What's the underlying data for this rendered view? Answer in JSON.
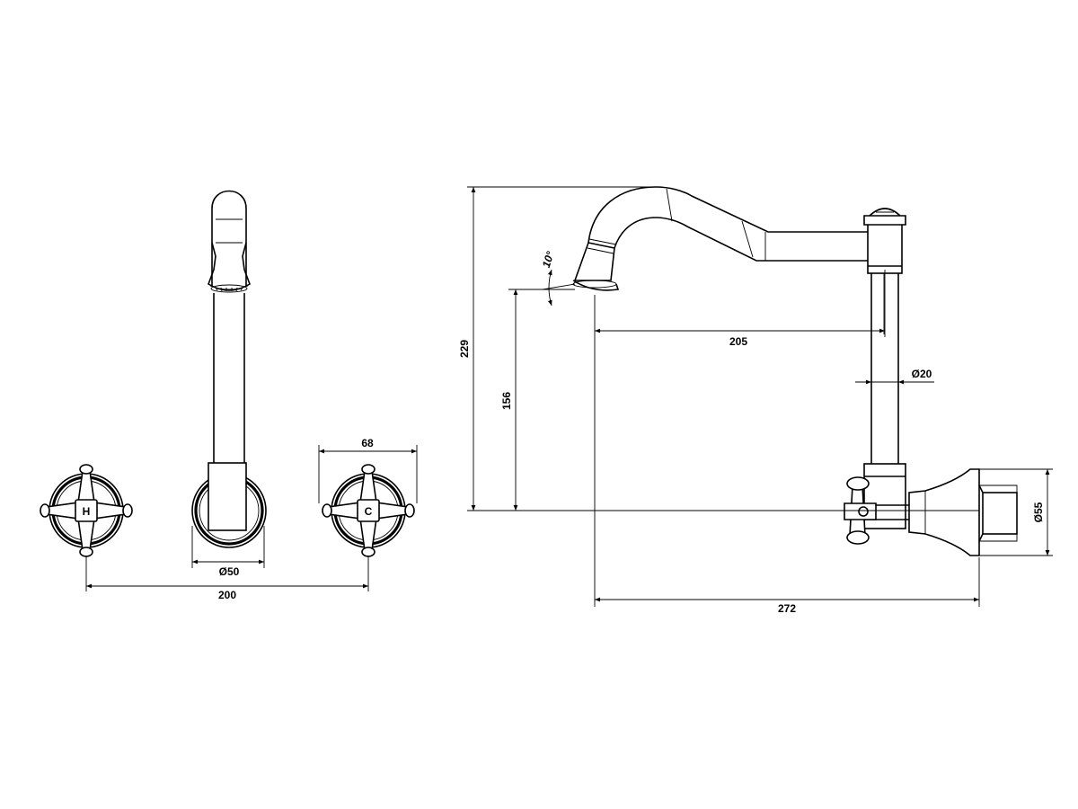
{
  "front_view": {
    "hot_handle_letter": "H",
    "cold_handle_letter": "C",
    "dimensions": {
      "flange_width": "68",
      "flange_diameter": "Ø50",
      "handle_centres": "200"
    }
  },
  "side_view": {
    "dimensions": {
      "overall_height": "229",
      "outlet_height": "156",
      "spout_reach": "205",
      "pipe_diameter": "Ø20",
      "backplate_diameter": "Ø55",
      "overall_depth": "272",
      "outlet_angle": "10°"
    }
  }
}
